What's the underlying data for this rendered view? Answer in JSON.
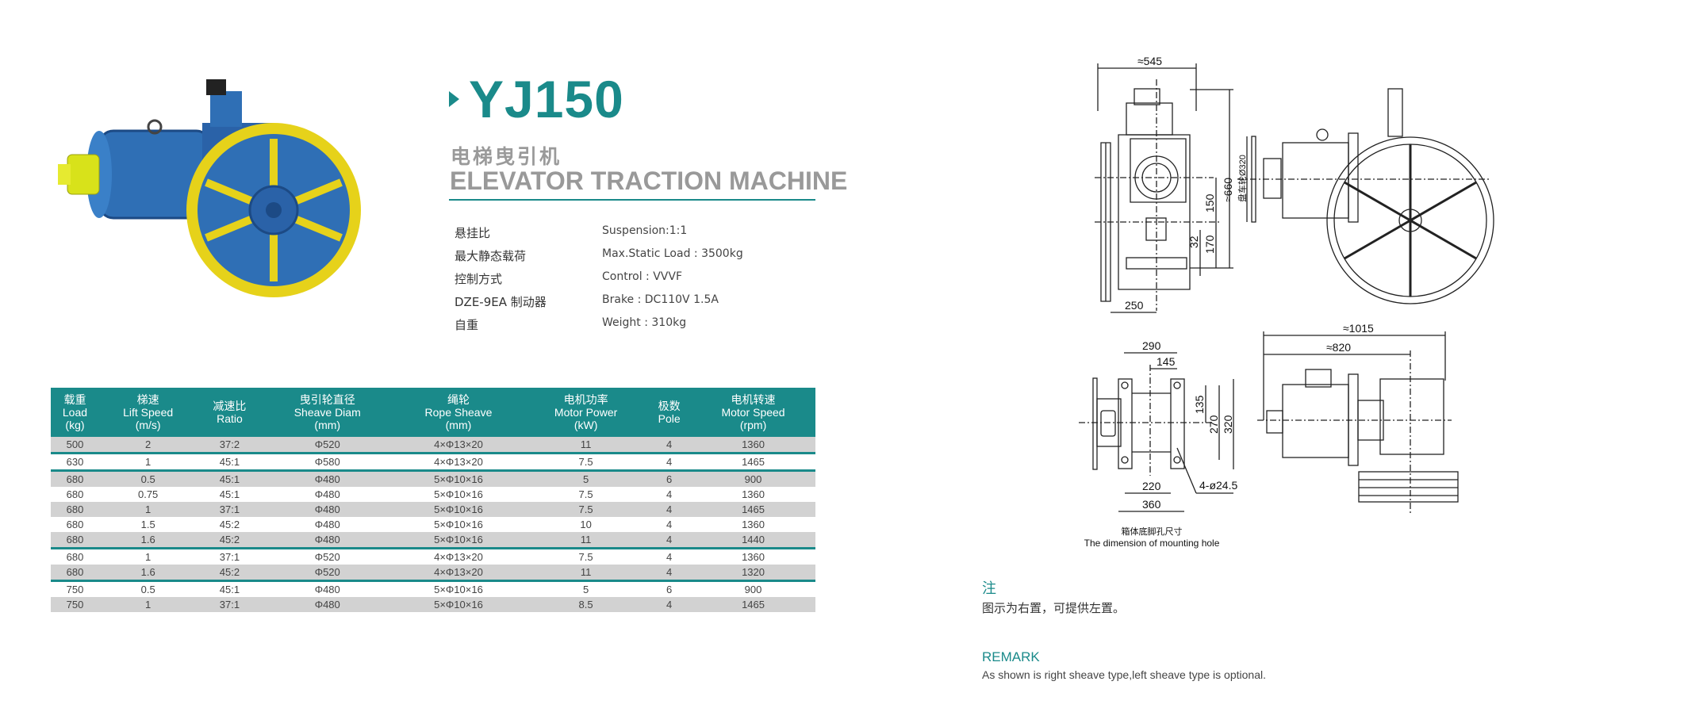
{
  "product": {
    "model": "YJ150",
    "name_cn": "电梯曳引机",
    "name_en": "ELEVATOR TRACTION MACHINE"
  },
  "specs": [
    {
      "label": "悬挂比",
      "value": "Suspension:1:1"
    },
    {
      "label": "最大静态载荷",
      "value": "Max.Static Load : 3500kg"
    },
    {
      "label": "控制方式",
      "value": "Control : VVVF"
    },
    {
      "label": "DZE-9EA 制动器",
      "value": "Brake : DC110V   1.5A"
    },
    {
      "label": "自重",
      "value": "Weight : 310kg"
    }
  ],
  "table": {
    "headers": [
      [
        "载重",
        "Load",
        "(kg)"
      ],
      [
        "梯速",
        "Lift Speed",
        "(m/s)"
      ],
      [
        "减速比",
        "Ratio",
        ""
      ],
      [
        "曳引轮直径",
        "Sheave Diam",
        "(mm)"
      ],
      [
        "绳轮",
        "Rope Sheave",
        "(mm)"
      ],
      [
        "电机功率",
        "Motor Power",
        "(kW)"
      ],
      [
        "极数",
        "Pole",
        ""
      ],
      [
        "电机转速",
        "Motor Speed",
        "(rpm)"
      ]
    ],
    "rows": [
      [
        "500",
        "2",
        "37:2",
        "Φ520",
        "4×Φ13×20",
        "11",
        "4",
        "1360"
      ],
      [
        "630",
        "1",
        "45:1",
        "Φ580",
        "4×Φ13×20",
        "7.5",
        "4",
        "1465"
      ],
      [
        "680",
        "0.5",
        "45:1",
        "Φ480",
        "5×Φ10×16",
        "5",
        "6",
        "900"
      ],
      [
        "680",
        "0.75",
        "45:1",
        "Φ480",
        "5×Φ10×16",
        "7.5",
        "4",
        "1360"
      ],
      [
        "680",
        "1",
        "37:1",
        "Φ480",
        "5×Φ10×16",
        "7.5",
        "4",
        "1465"
      ],
      [
        "680",
        "1.5",
        "45:2",
        "Φ480",
        "5×Φ10×16",
        "10",
        "4",
        "1360"
      ],
      [
        "680",
        "1.6",
        "45:2",
        "Φ480",
        "5×Φ10×16",
        "11",
        "4",
        "1440"
      ],
      [
        "680",
        "1",
        "37:1",
        "Φ520",
        "4×Φ13×20",
        "7.5",
        "4",
        "1360"
      ],
      [
        "680",
        "1.6",
        "45:2",
        "Φ520",
        "4×Φ13×20",
        "11",
        "4",
        "1320"
      ],
      [
        "750",
        "0.5",
        "45:1",
        "Φ480",
        "5×Φ10×16",
        "5",
        "6",
        "900"
      ],
      [
        "750",
        "1",
        "37:1",
        "Φ480",
        "5×Φ10×16",
        "8.5",
        "4",
        "1465"
      ]
    ]
  },
  "drawing": {
    "front": {
      "width": "≈545",
      "height": "≈660",
      "d150": "150",
      "d170": "170",
      "d32": "32",
      "d250": "250"
    },
    "side": {
      "handwheel": "盘车轮Ø320"
    },
    "mounting": {
      "d290": "290",
      "d145": "145",
      "d135": "135",
      "d270": "270",
      "d320": "320",
      "d220": "220",
      "d360": "360",
      "holes": "4-ø24.5",
      "caption_cn": "箱体底脚孔尺寸",
      "caption_en": "The dimension of mounting hole"
    },
    "top": {
      "d1015": "≈1015",
      "d820": "≈820"
    }
  },
  "notes": {
    "heading_cn": "注",
    "text_cn": "图示为右置，可提供左置。",
    "heading_en": "REMARK",
    "text_en": "As shown is right sheave type,left sheave type is optional."
  },
  "colors": {
    "accent": "#1a8a8a",
    "motor": "#2f6fb5",
    "sheave_rim": "#e6d21a"
  }
}
